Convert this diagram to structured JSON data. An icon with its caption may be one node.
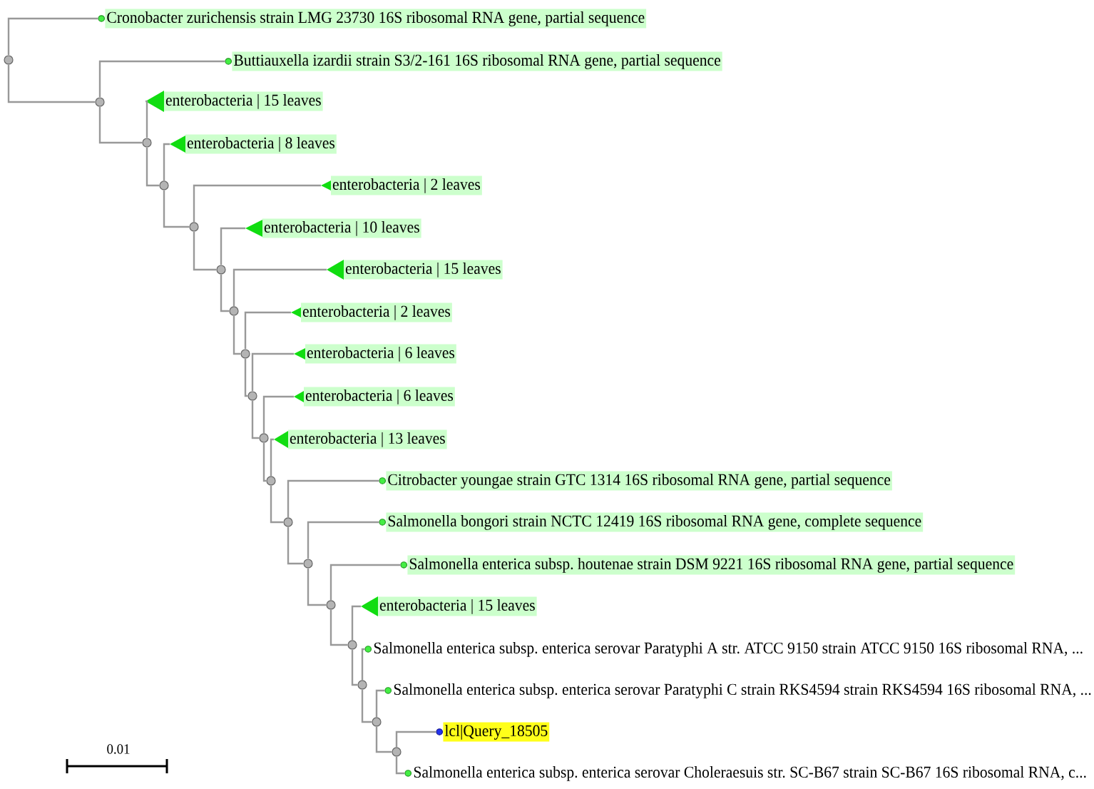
{
  "diagram": {
    "nodes": [
      {
        "text": [
          "Cronobacter zurichensis strain LMG 23730 16S ribosomal RNA gene, partial sequence"
        ]
      },
      {
        "text": [],
        "shape": "circle"
      },
      {
        "text": [
          "Buttiauxella izardii strain S3/2-161 16S ribosomal RNA gene, partial sequence"
        ]
      },
      {
        "text": [],
        "shape": "circle"
      },
      {
        "text": [
          "enterobacteria | 15 leaves"
        ]
      },
      {
        "text": [],
        "shape": "circle"
      },
      {
        "text": [
          "enterobacteria | 8 leaves"
        ]
      },
      {
        "text": [],
        "shape": "circle"
      },
      {
        "text": [
          "enterobacteria | 2 leaves"
        ]
      },
      {
        "text": [],
        "shape": "circle"
      },
      {
        "text": [
          "enterobacteria | 10 leaves"
        ]
      },
      {
        "text": [],
        "shape": "circle"
      },
      {
        "text": [
          "enterobacteria | 15 leaves"
        ]
      },
      {
        "text": [],
        "shape": "circle"
      },
      {
        "text": [
          "enterobacteria | 2 leaves"
        ]
      },
      {
        "text": [],
        "shape": "circle"
      },
      {
        "text": [
          "enterobacteria | 6 leaves"
        ]
      },
      {
        "text": [],
        "shape": "circle"
      },
      {
        "text": [
          "enterobacteria | 6 leaves"
        ]
      },
      {
        "text": [],
        "shape": "circle"
      },
      {
        "text": [
          "enterobacteria | 13 leaves"
        ]
      },
      {
        "text": [],
        "shape": "circle"
      },
      {
        "text": [
          "Citrobacter youngae strain GTC 1314 16S ribosomal RNA gene, partial sequence"
        ]
      },
      {
        "text": [],
        "shape": "circle"
      },
      {
        "text": [
          "Salmonella bongori strain NCTC 12419 16S ribosomal RNA gene, complete sequence"
        ]
      },
      {
        "text": [],
        "shape": "circle"
      },
      {
        "text": [
          "Salmonella enterica subsp. houtenae strain DSM 9221 16S ribosomal RNA gene, partial sequence"
        ]
      },
      {
        "text": [],
        "shape": "circle"
      },
      {
        "text": [
          "enterobacteria | 15 leaves"
        ]
      },
      {
        "text": [],
        "shape": "circle"
      },
      {
        "text": [
          "Salmonella enterica subsp. enterica serovar Paratyphi A str. ATCC 9150 strain ATCC 9150 16S ribosomal RNA, ..."
        ]
      },
      {
        "text": [],
        "shape": "circle"
      },
      {
        "text": [
          "Salmonella enterica subsp. enterica serovar Paratyphi C strain RKS4594 strain RKS4594 16S ribosomal RNA, ..."
        ]
      },
      {
        "text": [],
        "shape": "circle"
      },
      {
        "text": [
          "lcl|Query_18505"
        ]
      },
      {
        "text": [],
        "shape": "circle"
      },
      {
        "text": [
          "Salmonella enterica subsp. enterica serovar Choleraesuis str. SC-B67 strain SC-B67 16S ribosomal RNA, c..."
        ]
      }
    ],
    "edges": [
      {
        "from": 1,
        "to": 0,
        "arrow": "none"
      },
      {
        "from": 1,
        "to": 3,
        "arrow": "none"
      },
      {
        "from": 3,
        "to": 2,
        "arrow": "none"
      },
      {
        "from": 3,
        "to": 5,
        "arrow": "none"
      },
      {
        "from": 5,
        "to": 4,
        "arrow": "none"
      },
      {
        "from": 5,
        "to": 7,
        "arrow": "none"
      },
      {
        "from": 7,
        "to": 6,
        "arrow": "none"
      },
      {
        "from": 7,
        "to": 9,
        "arrow": "none"
      },
      {
        "from": 9,
        "to": 8,
        "arrow": "none"
      },
      {
        "from": 9,
        "to": 11,
        "arrow": "none"
      },
      {
        "from": 11,
        "to": 10,
        "arrow": "none"
      },
      {
        "from": 11,
        "to": 13,
        "arrow": "none"
      },
      {
        "from": 13,
        "to": 12,
        "arrow": "none"
      },
      {
        "from": 13,
        "to": 15,
        "arrow": "none"
      },
      {
        "from": 15,
        "to": 14,
        "arrow": "none"
      },
      {
        "from": 15,
        "to": 17,
        "arrow": "none"
      },
      {
        "from": 17,
        "to": 16,
        "arrow": "none"
      },
      {
        "from": 17,
        "to": 19,
        "arrow": "none"
      },
      {
        "from": 19,
        "to": 18,
        "arrow": "none"
      },
      {
        "from": 19,
        "to": 21,
        "arrow": "none"
      },
      {
        "from": 21,
        "to": 20,
        "arrow": "none"
      },
      {
        "from": 21,
        "to": 23,
        "arrow": "none"
      },
      {
        "from": 23,
        "to": 22,
        "arrow": "none"
      },
      {
        "from": 23,
        "to": 25,
        "arrow": "none"
      },
      {
        "from": 25,
        "to": 24,
        "arrow": "none"
      },
      {
        "from": 25,
        "to": 27,
        "arrow": "none"
      },
      {
        "from": 27,
        "to": 26,
        "arrow": "none"
      },
      {
        "from": 27,
        "to": 29,
        "arrow": "none"
      },
      {
        "from": 29,
        "to": 28,
        "arrow": "none"
      },
      {
        "from": 29,
        "to": 31,
        "arrow": "none"
      },
      {
        "from": 31,
        "to": 30,
        "arrow": "none"
      },
      {
        "from": 31,
        "to": 33,
        "arrow": "none"
      },
      {
        "from": 33,
        "to": 32,
        "arrow": "none"
      },
      {
        "from": 33,
        "to": 35,
        "arrow": "none"
      },
      {
        "from": 35,
        "to": 34,
        "arrow": "none"
      },
      {
        "from": 35,
        "to": 36,
        "arrow": "none"
      }
    ],
    "labels": [
      "0.01"
    ]
  }
}
